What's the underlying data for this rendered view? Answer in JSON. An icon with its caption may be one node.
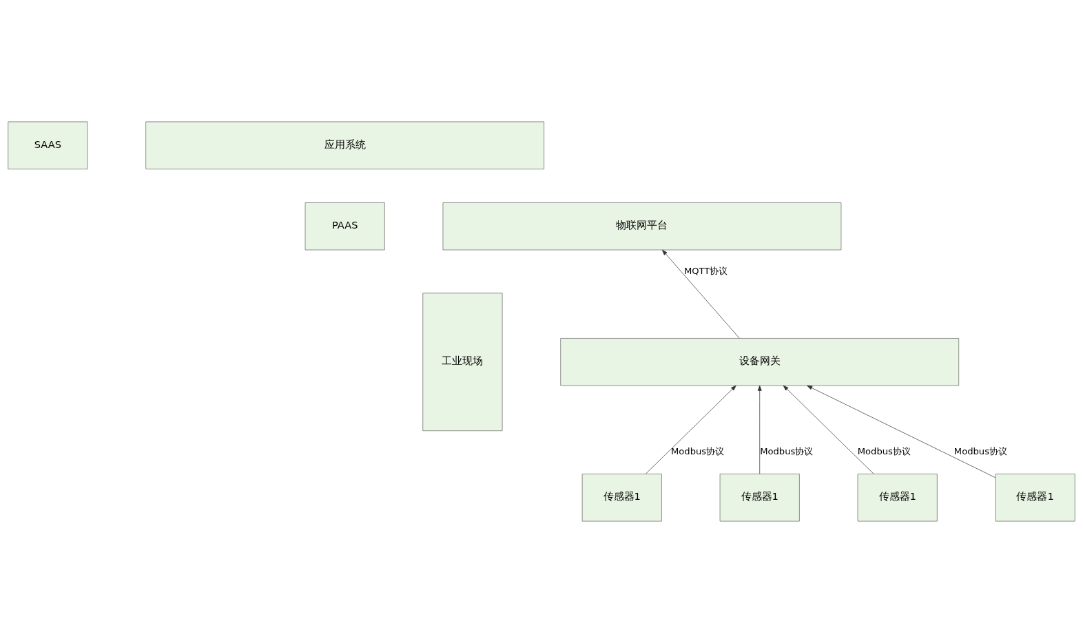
{
  "diagram": {
    "nodes": [
      {
        "text": [
          "SAAS"
        ]
      },
      {
        "text": [
          "应用系统"
        ]
      },
      {
        "text": [
          "PAAS"
        ]
      },
      {
        "text": [
          "物联网平台"
        ]
      },
      {
        "text": [
          "工业现场"
        ]
      },
      {
        "text": [
          "设备网关"
        ]
      },
      {
        "text": [
          "传感器1"
        ]
      },
      {
        "text": [
          "传感器1"
        ]
      },
      {
        "text": [
          "传感器1"
        ]
      },
      {
        "text": [
          "传感器1"
        ]
      }
    ],
    "edges": [
      {
        "from": 5,
        "to": 3,
        "arrow": "to",
        "label": "MQTT协议"
      },
      {
        "from": 6,
        "to": 5,
        "arrow": "to",
        "label": "Modbus协议"
      },
      {
        "from": 7,
        "to": 5,
        "arrow": "to",
        "label": "Modbus协议"
      },
      {
        "from": 8,
        "to": 5,
        "arrow": "to",
        "label": "Modbus协议"
      },
      {
        "from": 9,
        "to": 5,
        "arrow": "to",
        "label": "Modbus协议"
      }
    ]
  }
}
